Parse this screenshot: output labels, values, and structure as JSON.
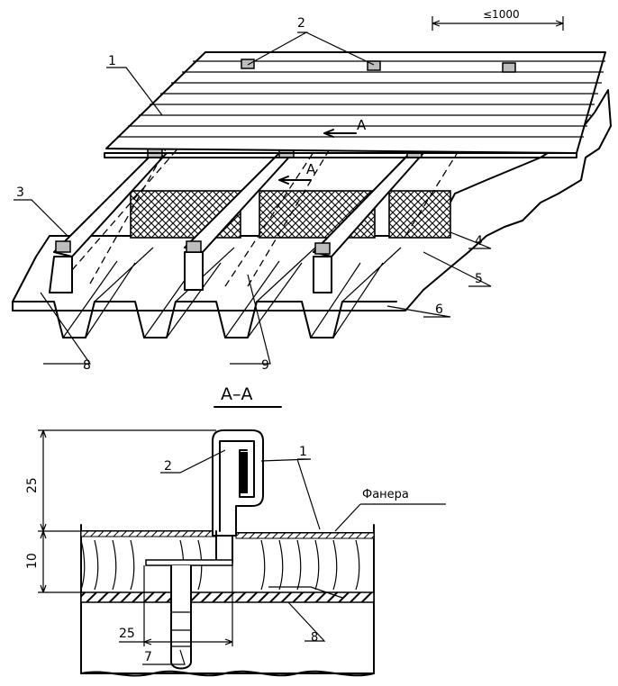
{
  "diagram": {
    "section_title": "A–A",
    "section_marks": [
      "A",
      "A"
    ],
    "material_label": "Фанера",
    "dimensions": {
      "spacing_top": "≤1000",
      "height_upper": "25",
      "height_lower": "10",
      "width_bottom": "25"
    },
    "callouts_top": [
      "1",
      "2",
      "3",
      "4",
      "5",
      "6",
      "8",
      "9"
    ],
    "callouts_section": [
      "1",
      "2",
      "7",
      "8"
    ]
  }
}
